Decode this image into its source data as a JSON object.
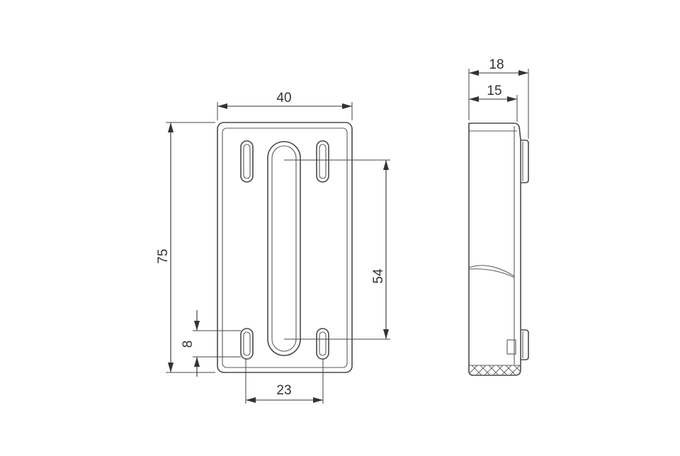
{
  "front_view": {
    "dimensions": {
      "width": "40",
      "height": "75",
      "slot_center_distance": "54",
      "hole_spacing": "23",
      "slot_length": "8"
    }
  },
  "side_view": {
    "dimensions": {
      "overall_depth": "18",
      "body_depth": "15"
    }
  }
}
